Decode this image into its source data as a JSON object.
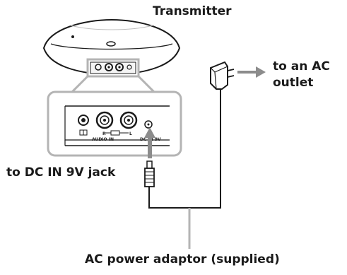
{
  "labels": {
    "transmitter": "Transmitter",
    "outlet_line1": "to an AC",
    "outlet_line2": "outlet",
    "dc_jack": "to DC IN 9V jack",
    "adaptor": "AC power adaptor (supplied)"
  },
  "panel_text": {
    "channel_left": "R",
    "channel_right": "L",
    "audio_in": "AUDIO IN",
    "dc_in": "DC IN 9V"
  },
  "colors": {
    "line": "#1a1a1a",
    "arrow": "#8c8c8c",
    "callout": "#b4b4b4",
    "panel_fill": "#f4f4f4"
  }
}
